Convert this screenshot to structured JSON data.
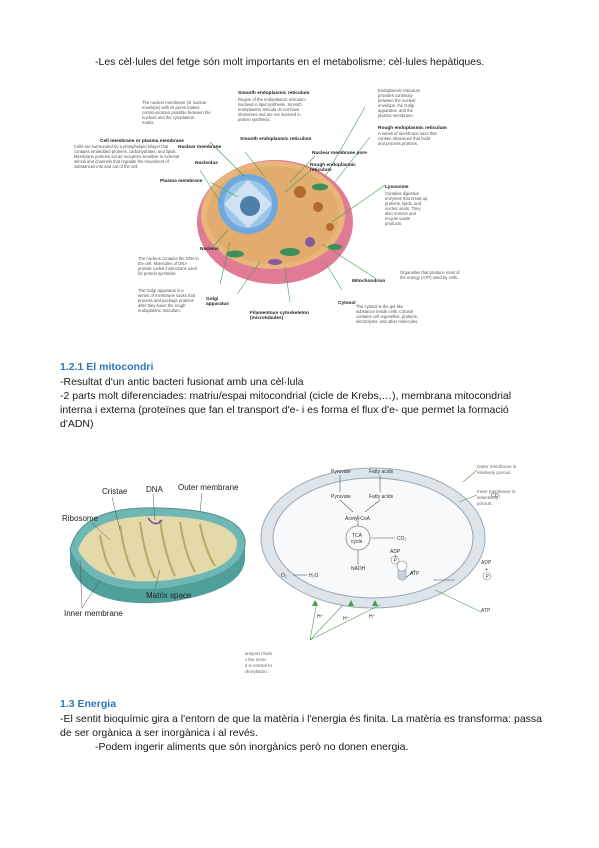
{
  "intro_line": "-Les cèl·lules del fetge són molt importants en el metabolisme: cèl·lules hepàtiques.",
  "cell_figure": {
    "labels": {
      "nuclear_membrane_note": "The nuclear membrane (or nuclear envelope) with its pores makes communication possible between the nucleus and the cytoplasmic matrix.",
      "smooth_er": "Smooth endoplasmic reticulum",
      "smooth_er_note": "Region of the endoplasmic reticulum involved in lipid synthesis. Smooth endoplasmic reticula do not have ribosomes and are not involved in protein synthesis.",
      "er_note": "Endoplasmic reticulum provides continuity between the nuclear envelope, the Golgi apparatus, and the plasma membrane.",
      "nuclear_membrane": "Nuclear membrane",
      "smooth_er_2": "Smooth endoplasmic reticulum",
      "rough_er_top": "Rough endoplasmic reticulum",
      "rough_er_note": "A series of membrane sacs that contain ribosomes that build and process proteins.",
      "cell_membrane": "Cell membrane or plasma membrane",
      "cell_membrane_note": "Cells are surrounded by a phospholipid bilayer that contains embedded proteins, carbohydrates, and lipids. Membrane proteins act as receptors sensitive to external stimuli and channels that regulate the movement of substances into and out of the cell.",
      "nucleolus": "Nucleolus",
      "nuclear_membrane_pore": "Nuclear membrane pore",
      "rough_er": "Rough endoplasmic reticulum",
      "plasma_membrane": "Plasma membrane",
      "lysosome": "Lysosome",
      "lysosome_note": "Contains digestive enzymes that break up proteins, lipids, and nucleic acids. They also remove and recycle waste products.",
      "nucleus": "Nucleus",
      "nucleus_note": "The nucleus contains the DNA in the cell. Molecules of DNA provide coded instructions used for protein synthesis.",
      "mitochondrion": "Mitochondrion",
      "mitochondrion_note": "Organelles that produce most of the energy (ATP) used by cells.",
      "golgi_note": "The Golgi apparatus is a series of membrane sacks that process and package proteins after they leave the rough endoplasmic reticulum.",
      "golgi": "Golgi apparatus",
      "cytosol": "Cytosol",
      "filamentous": "Filamentous cytoskeleton (microtubules)",
      "cytosol_note": "The cytosol is the gel-like substance inside cells. Cytosol contains cell organelles, proteins, electrolytes, and other molecules."
    }
  },
  "section_121": {
    "heading": "1.2.1 El mitocondri",
    "line1": "-Resultat d'un antic bacteri fusionat amb una cèl·lula",
    "line2": "-2 parts molt diferenciades: matriu/espai mitocondrial (cicle de Krebs,…), membrana mitocondrial interna i externa (proteïnes que fan el transport d'e- i es forma el flux d'e- que permet la formació d'ADN)"
  },
  "mito_figure": {
    "labels": {
      "cristae": "Cristae",
      "dna": "DNA",
      "outer_membrane": "Outer membrane",
      "ribosome": "Ribosome",
      "matrix_space": "Matrix space",
      "inner_membrane": "Inner membrane"
    }
  },
  "schema_figure": {
    "labels": {
      "pyruvate_top": "Pyruvate",
      "fatty_acids_top": "Fatty acids",
      "outer_membrane_note": "Outer membrane is relatively porous.",
      "pyruvate": "Pyruvate",
      "fatty_acids": "Fatty acids",
      "inner_membrane_note": "Inner membrane is selectively porous.",
      "acetyl_coa": "Acetyl-CoA",
      "tca": "TCA",
      "cycle": "cycle",
      "co2_right": "CO₂",
      "co2_mid": "CO₂",
      "nadh": "NADH",
      "adp_in": "ADP",
      "pi_in": "P",
      "atp_in": "ATP",
      "adp_out": "ADP",
      "pi_out": "P",
      "atp_out": "ATP",
      "o2": "O₂",
      "h2o": "H₂O",
      "hplus_1": "H⁺",
      "hplus_2": "H⁺",
      "hplus_3": "H⁺",
      "plus_1": "+",
      "plus_2": "+",
      "etc_note": "The electron transport chain is positioned on the inner membrane, and is central to oxidative phosphorylation."
    }
  },
  "section_13": {
    "heading": "1.3 Energia",
    "line1": "-El sentit bioquímic gira a l'entorn de que la matèria i l'energia és finita. La matèria es transforma: passa de ser orgànica a ser inorgànica i al revés.",
    "line2": "-Podem ingerir aliments que són inorgànics però no donen energia."
  },
  "colors": {
    "heading": "#2e75b6",
    "label_line": "#4a9d4a",
    "cell_body": "#e8b57a",
    "cell_membrane": "#e07a95",
    "nucleus": "#6fa8dc",
    "mito_outer": "#7fbfbf",
    "schema_fill": "#dde4ea"
  }
}
